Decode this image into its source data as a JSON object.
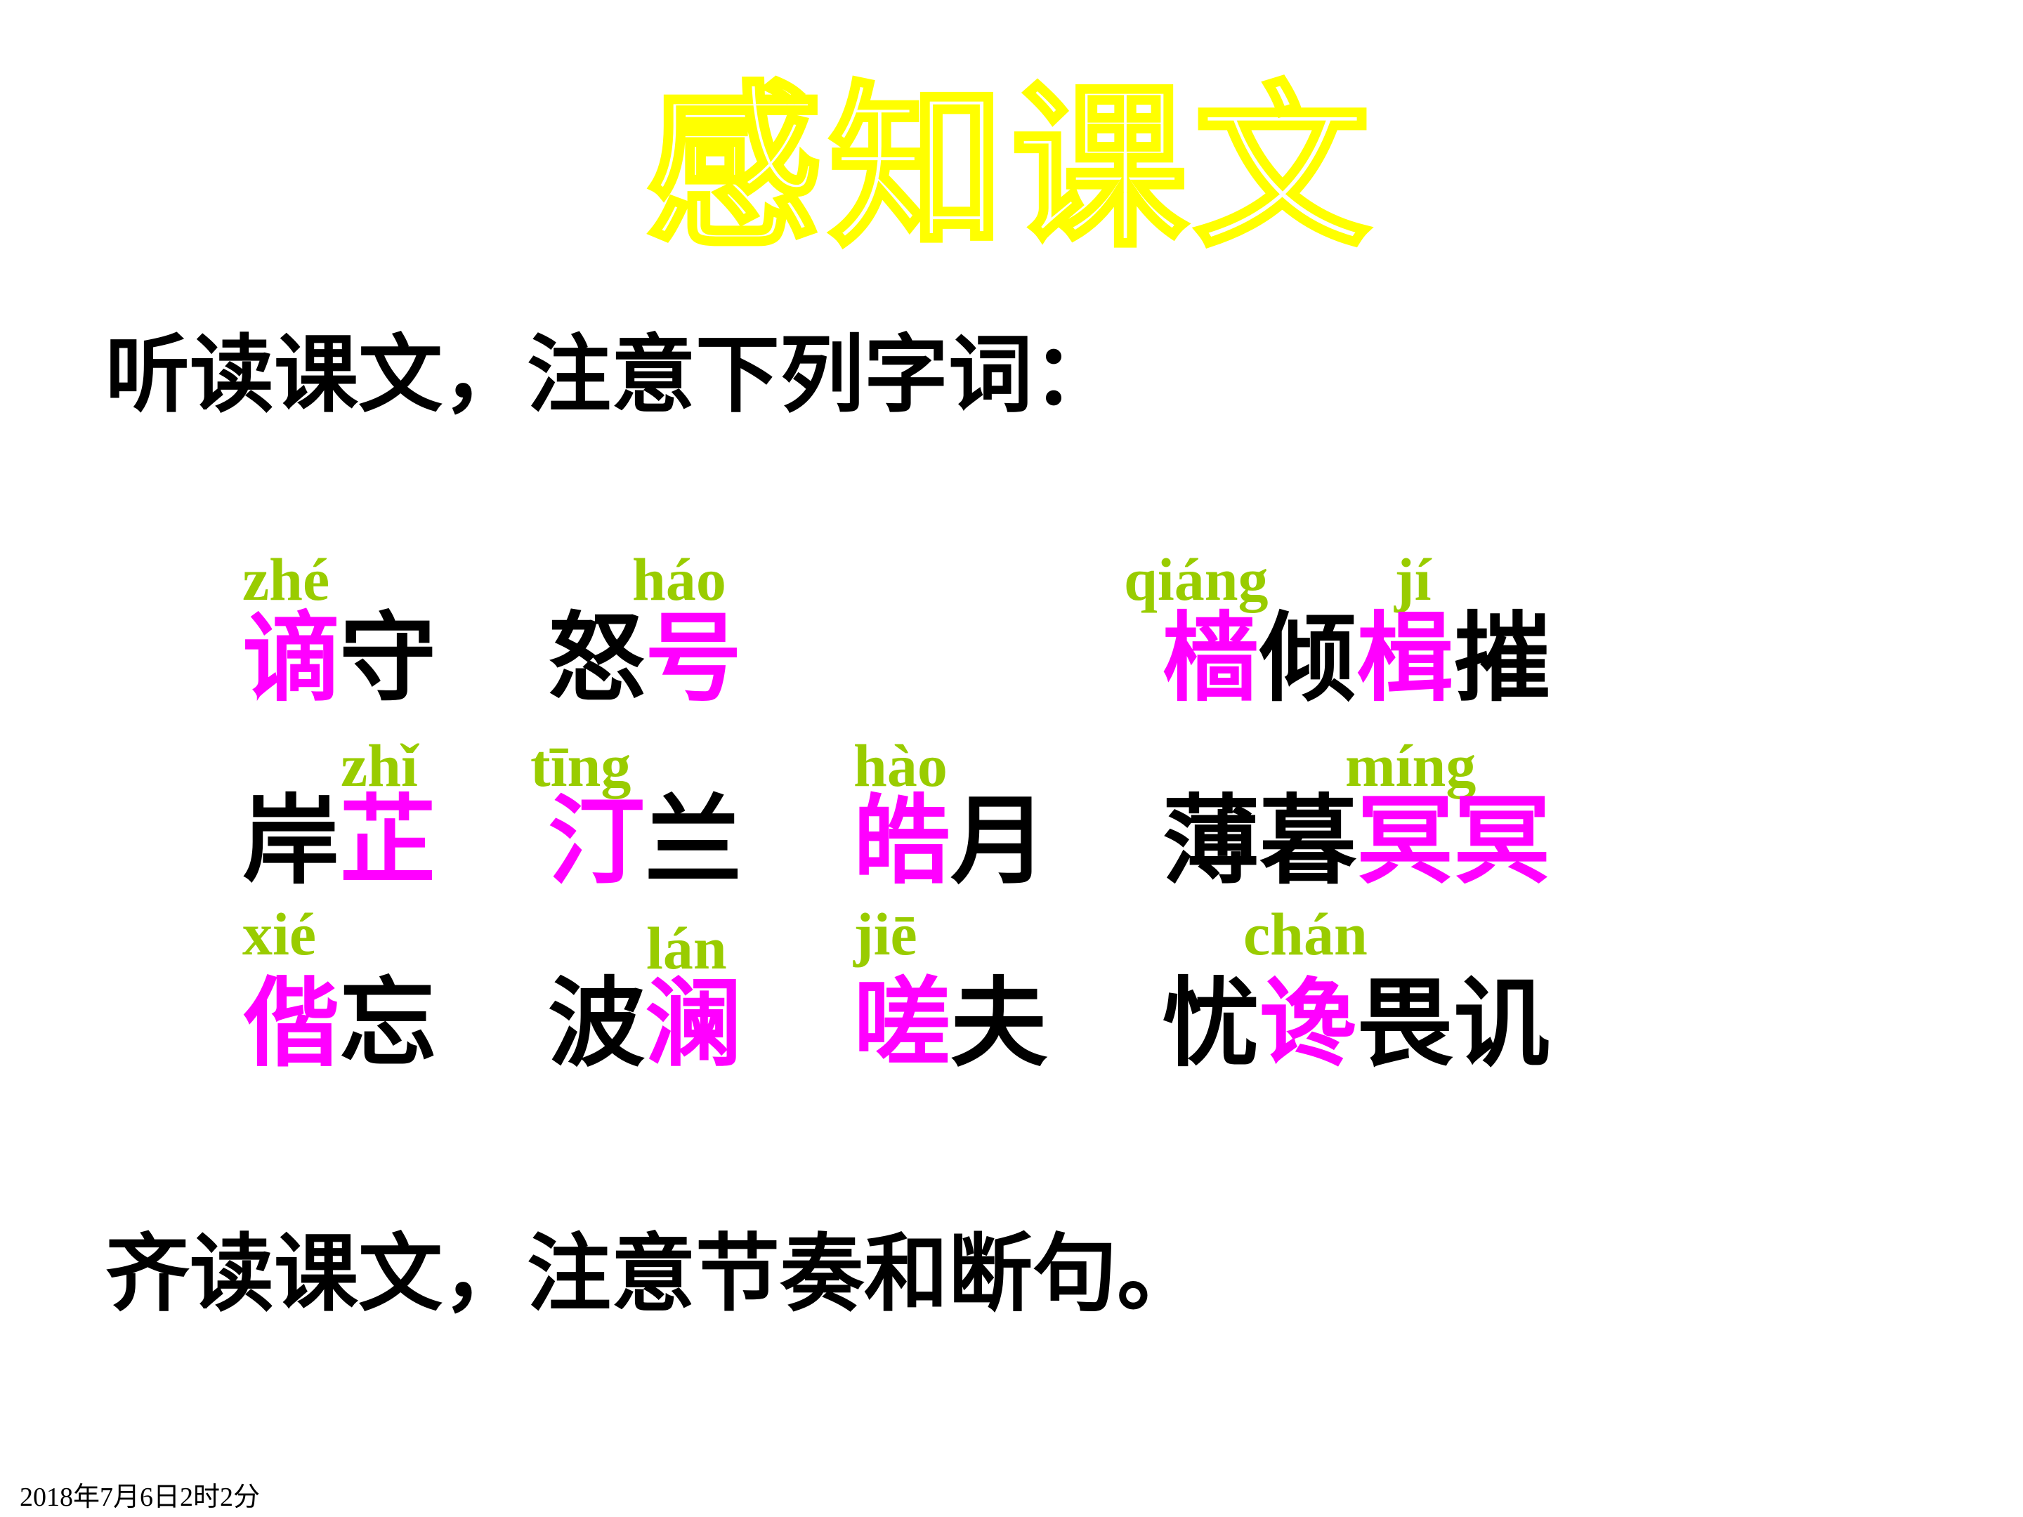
{
  "title": "感知课文",
  "instructions": [
    "听读课文，注意下列字词：",
    "齐读课文，注意节奏和断句。"
  ],
  "rows": [
    [
      {
        "parts": [
          {
            "text": "谪",
            "hl": true
          },
          {
            "text": "守",
            "hl": false
          }
        ]
      },
      {
        "parts": [
          {
            "text": "怒",
            "hl": false
          },
          {
            "text": "号",
            "hl": true
          }
        ]
      },
      null,
      {
        "parts": [
          {
            "text": "樯",
            "hl": true
          },
          {
            "text": "倾",
            "hl": false
          },
          {
            "text": "楫",
            "hl": true
          },
          {
            "text": "摧",
            "hl": false
          }
        ]
      }
    ],
    [
      {
        "parts": [
          {
            "text": "岸",
            "hl": false
          },
          {
            "text": "芷",
            "hl": true
          }
        ]
      },
      {
        "parts": [
          {
            "text": "汀",
            "hl": true
          },
          {
            "text": "兰",
            "hl": false
          }
        ]
      },
      {
        "parts": [
          {
            "text": "皓",
            "hl": true
          },
          {
            "text": "月",
            "hl": false
          }
        ]
      },
      {
        "parts": [
          {
            "text": "薄",
            "hl": false
          },
          {
            "text": "暮",
            "hl": false
          },
          {
            "text": "冥",
            "hl": true
          },
          {
            "text": "冥",
            "hl": true
          }
        ]
      }
    ],
    [
      {
        "parts": [
          {
            "text": "偕",
            "hl": true
          },
          {
            "text": "忘",
            "hl": false
          }
        ]
      },
      {
        "parts": [
          {
            "text": "波",
            "hl": false
          },
          {
            "text": "澜",
            "hl": true
          }
        ]
      },
      {
        "parts": [
          {
            "text": "嗟",
            "hl": true
          },
          {
            "text": "夫",
            "hl": false
          }
        ]
      },
      {
        "parts": [
          {
            "text": "忧",
            "hl": false
          },
          {
            "text": "谗",
            "hl": true
          },
          {
            "text": "畏",
            "hl": false
          },
          {
            "text": "讥",
            "hl": false
          }
        ]
      }
    ]
  ],
  "pinyin": [
    "zhé",
    "háo",
    "qiáng",
    "jí",
    "zhǐ",
    "tīng",
    "hào",
    "míng",
    "xié",
    "lán",
    "jiē",
    "chán"
  ],
  "footer": "2018年7月6日2时2分",
  "colors": {
    "title_outline": "#ffff00",
    "highlight": "#ff00ff",
    "pinyin": "#99cc00",
    "text": "#000000"
  }
}
